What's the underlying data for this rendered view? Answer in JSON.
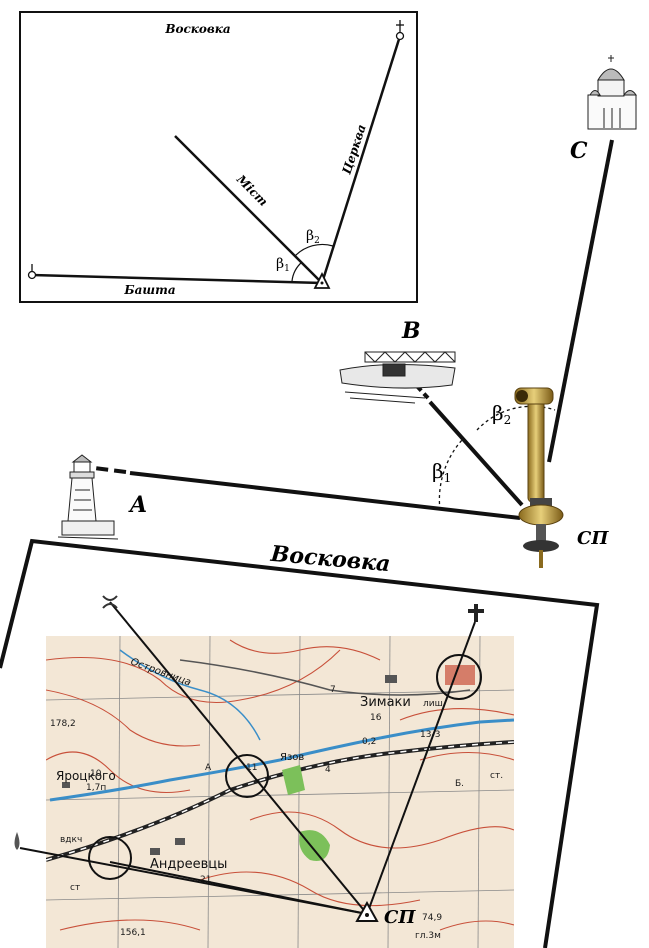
{
  "tracing_paper_top": {
    "title": "Восковка",
    "ray_bridge": "Міст",
    "ray_church": "Церква",
    "ray_tower": "Башта",
    "angle_1": "β",
    "angle_1_sub": "1",
    "angle_2": "β",
    "angle_2_sub": "2"
  },
  "field_scene": {
    "point_a": "A",
    "point_b": "B",
    "point_c": "C",
    "station": "СП",
    "angle_1": "β",
    "angle_1_sub": "1",
    "angle_2": "β",
    "angle_2_sub": "2"
  },
  "tracing_paper_bottom": {
    "title": "Восковка"
  },
  "topo_map": {
    "station": "СП",
    "labels": {
      "village_1": "Зимаки",
      "village_2": "Андреевцы",
      "place_1": "Яроцкого",
      "stream": "Островница",
      "place_2": "Язов",
      "height_1": "178,2",
      "height_2": "156,1",
      "height_3": "74,9",
      "num_16": "16",
      "num_7": "7",
      "num_11": "11",
      "num_4": "4",
      "num_21": "21",
      "num_02": "0,2",
      "num_133": "13-3",
      "num_10": "10",
      "num_17": "1,7п",
      "lish": "лиш",
      "vdkch": "вдкч",
      "st1": "ст.",
      "st2": "ст",
      "b": "Б.",
      "gl": "гл.3м",
      "a": "А"
    }
  }
}
